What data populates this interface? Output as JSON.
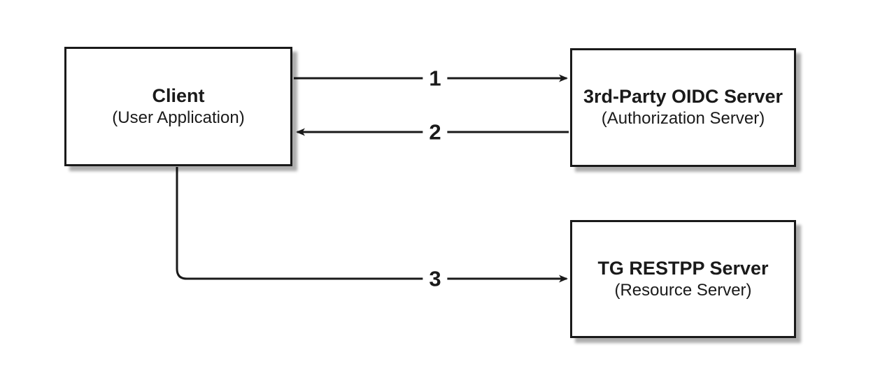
{
  "diagram": {
    "type": "flow-diagram",
    "background_color": "#ffffff",
    "stroke_color": "#1a1a1a",
    "shadow_color": "#b0b0b0",
    "nodes": [
      {
        "id": "client",
        "title": "Client",
        "subtitle": "(User Application)"
      },
      {
        "id": "oidc-server",
        "title": "3rd-Party OIDC Server",
        "subtitle": "(Authorization Server)"
      },
      {
        "id": "restpp-server",
        "title": "TG RESTPP Server",
        "subtitle": "(Resource Server)"
      }
    ],
    "edges": [
      {
        "label": "1",
        "from": "client",
        "to": "oidc-server",
        "direction": "right"
      },
      {
        "label": "2",
        "from": "oidc-server",
        "to": "client",
        "direction": "left"
      },
      {
        "label": "3",
        "from": "client",
        "to": "restpp-server",
        "direction": "down-right"
      }
    ]
  }
}
